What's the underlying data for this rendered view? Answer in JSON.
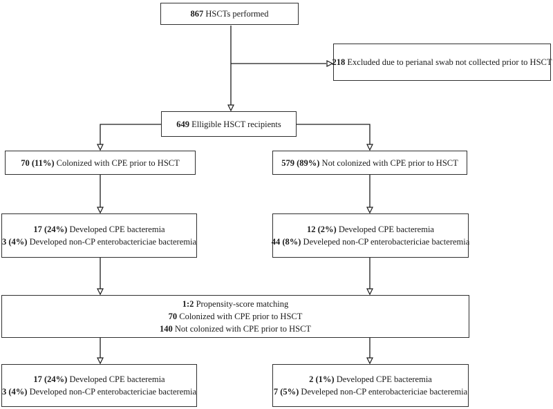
{
  "figure": {
    "boxes": {
      "performed": {
        "lines": [
          {
            "bold": "867",
            "text": "HSCTs performed"
          }
        ]
      },
      "excluded": {
        "lines": [
          {
            "bold": "218",
            "text": "Excluded due to perianal swab not collected prior to HSCT"
          }
        ]
      },
      "eligible": {
        "lines": [
          {
            "bold": "649",
            "text": "Elligible HSCT recipients"
          }
        ]
      },
      "colonized": {
        "lines": [
          {
            "bold": "70 (11%)",
            "text": "Colonized with CPE prior to HSCT"
          }
        ]
      },
      "not_colonized": {
        "lines": [
          {
            "bold": "579 (89%)",
            "text": "Not colonized with CPE prior to HSCT"
          }
        ]
      },
      "colonized_outcomes": {
        "lines": [
          {
            "bold": "17 (24%)",
            "text": "Developed CPE bacteremia"
          },
          {
            "bold": "3 (4%)",
            "text": "Developed non-CP enterobactericiae bacteremia"
          }
        ]
      },
      "not_colonized_outcomes": {
        "lines": [
          {
            "bold": "12 (2%)",
            "text": "Developed CPE bacteremia"
          },
          {
            "bold": "44 (8%)",
            "text": "Develeped non-CP enterobactericiae bacteremia"
          }
        ]
      },
      "matching": {
        "lines": [
          {
            "bold": "1:2",
            "text": "Propensity-score matching"
          },
          {
            "bold": "70",
            "text": "Colonized with CPE prior to HSCT"
          },
          {
            "bold": "140",
            "text": "Not colonized with CPE prior to HSCT"
          }
        ]
      },
      "matched_colonized_outcomes": {
        "lines": [
          {
            "bold": "17 (24%)",
            "text": "Developed CPE bacteremia"
          },
          {
            "bold": "3 (4%)",
            "text": "Developed non-CP enterobactericiae bacteremia"
          }
        ]
      },
      "matched_control_outcomes": {
        "lines": [
          {
            "bold": "2 (1%)",
            "text": "Developed CPE bacteremia"
          },
          {
            "bold": "7 (5%)",
            "text": "Develeped non-CP enterobactericiae bacteremia"
          }
        ]
      }
    },
    "colors": {
      "line": "#1a1a1a",
      "border": "#2e2e2e",
      "background": "#ffffff",
      "text": "#1a1a1a"
    }
  }
}
